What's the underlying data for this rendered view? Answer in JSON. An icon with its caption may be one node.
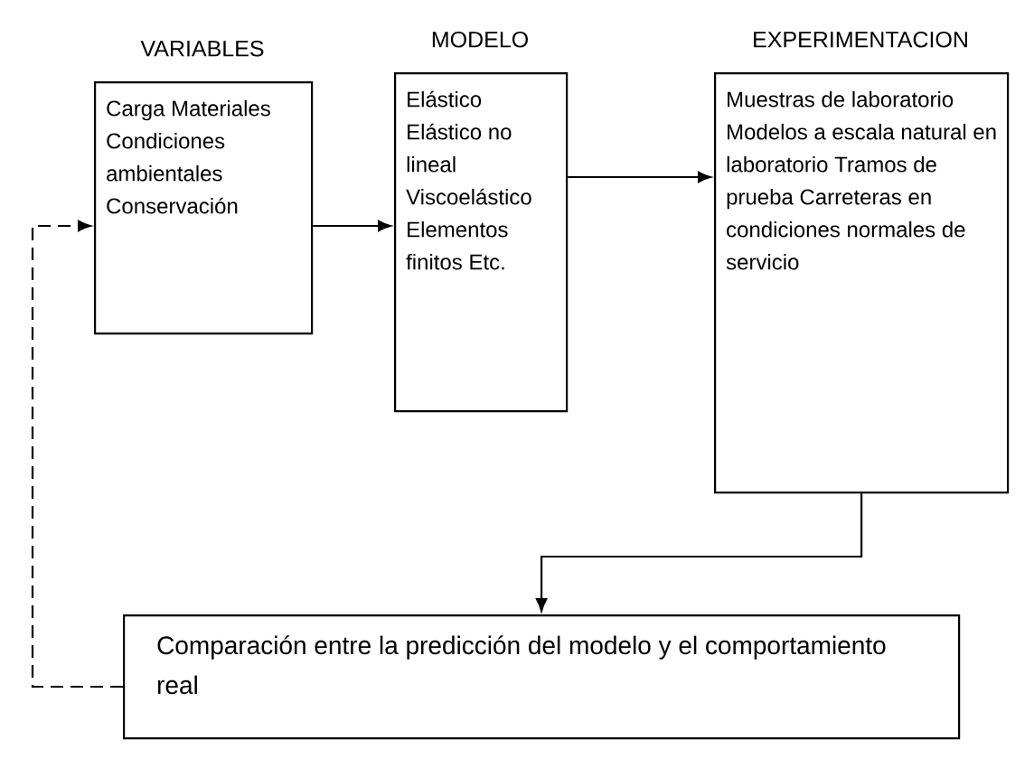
{
  "diagram": {
    "nodes": [
      {
        "text": [
          "VARIABLES",
          "Carga Materiales Condiciones ambientales Conservación"
        ]
      },
      {
        "text": [
          "MODELO",
          "Elástico Elástico no lineal Viscoelástico Elementos finitos Etc."
        ]
      },
      {
        "text": [
          "EXPERIMENTACION",
          "Muestras de laboratorio Modelos a escala natural en laboratorio Tramos de prueba Carreteras en condiciones normales de servicio"
        ]
      },
      {
        "text": [
          "Comparación entre la predicción del modelo y el comportamiento real"
        ]
      }
    ],
    "edges": [
      {
        "from": 0,
        "to": 1,
        "arrow": "to"
      },
      {
        "from": 1,
        "to": 2,
        "arrow": "to"
      },
      {
        "from": 2,
        "to": 3,
        "arrow": "to"
      },
      {
        "from": 3,
        "to": 0,
        "arrow": "to",
        "style": "dashed"
      }
    ]
  }
}
